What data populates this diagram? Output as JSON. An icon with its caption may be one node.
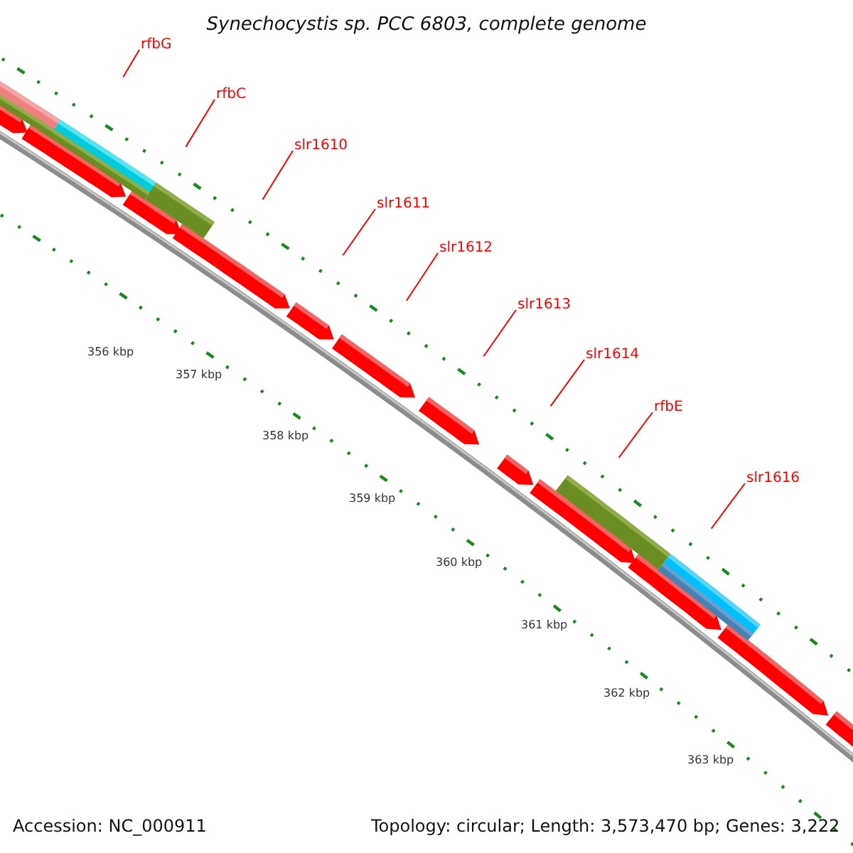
{
  "diagram": {
    "title": "Synechocystis sp. PCC 6803, complete genome",
    "nodes": [
      {
        "text": [
          "rfbG"
        ]
      },
      {
        "text": [
          "rfbC"
        ]
      },
      {
        "text": [
          "slr1610"
        ]
      },
      {
        "text": [
          "slr1611"
        ]
      },
      {
        "text": [
          "slr1612"
        ]
      },
      {
        "text": [
          "slr1613"
        ]
      },
      {
        "text": [
          "slr1614"
        ]
      },
      {
        "text": [
          "rfbE"
        ]
      },
      {
        "text": [
          "slr1616"
        ]
      }
    ],
    "edges": [
      {
        "from": 0,
        "to": null,
        "arrow": "none"
      },
      {
        "from": 1,
        "to": null,
        "arrow": "none"
      },
      {
        "from": 2,
        "to": null,
        "arrow": "none"
      },
      {
        "from": 3,
        "to": null,
        "arrow": "none"
      },
      {
        "from": 4,
        "to": null,
        "arrow": "none"
      },
      {
        "from": 5,
        "to": null,
        "arrow": "none"
      },
      {
        "from": 6,
        "to": null,
        "arrow": "none"
      },
      {
        "from": 7,
        "to": null,
        "arrow": "none"
      },
      {
        "from": 8,
        "to": null,
        "arrow": "none"
      }
    ],
    "labels": [
      "356 kbp",
      "357 kbp",
      "358 kbp",
      "359 kbp",
      "360 kbp",
      "361 kbp",
      "362 kbp",
      "363 kbp",
      "Accession: NC_000911",
      "Topology: circular; Length: 3,573,470 bp; Genes: 3,222"
    ]
  }
}
